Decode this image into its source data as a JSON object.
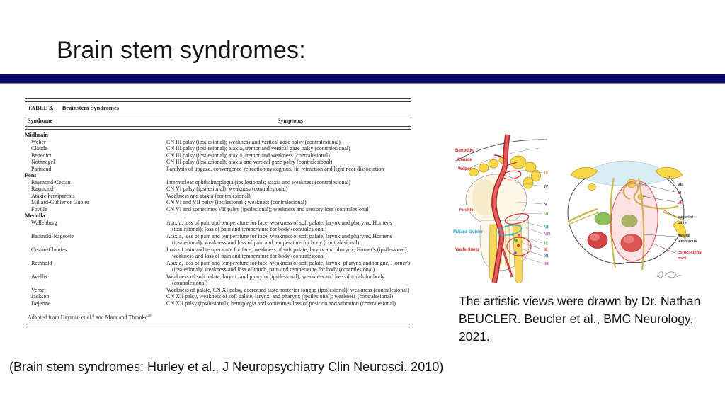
{
  "slide": {
    "title": "Brain stem syndromes:",
    "accent_color": "#0a0a68",
    "bottom_citation": "(Brain stem syndromes: Hurley et al., J Neuropsychiatry Clin Neurosci. 2010)"
  },
  "table": {
    "caption_label": "TABLE 3.",
    "caption_title": "Brainstem Syndromes",
    "columns": [
      "Syndrome",
      "Symptoms"
    ],
    "sections": [
      {
        "name": "Midbrain",
        "rows": [
          {
            "syndrome": "Weber",
            "symptoms": "CN III palsy (ipsilesional); weakness and vertical gaze palsy (contralesional)"
          },
          {
            "syndrome": "Claude",
            "symptoms": "CN III palsy (ipsilesional); ataxia, tremor and vertical gaze palsy (contralesional)"
          },
          {
            "syndrome": "Benedict",
            "symptoms": "CN III palsy (ipsilesional); ataxia, tremor and weakness (contralesional)"
          },
          {
            "syndrome": "Nothnagel",
            "symptoms": "CN III palsy (ipsilesional); ataxia and vertical gaze palsy (contralesional)"
          },
          {
            "syndrome": "Parinaud",
            "symptoms": "Paralysis of upgaze, convergence-retraction nystagmus, lid retraction and light near dissociation"
          }
        ]
      },
      {
        "name": "Pons",
        "rows": [
          {
            "syndrome": "Raymond-Cestan",
            "symptoms": "Internuclear ophthalmoplegia (ipsilesional); ataxia and weakness (contralesional)"
          },
          {
            "syndrome": "Raymond",
            "symptoms": "CN VI palsy (ipsilesional); weakness (contralesional)"
          },
          {
            "syndrome": "Ataxic hemiparesis",
            "symptoms": "Weakness and ataxia (contralesional)"
          },
          {
            "syndrome": "Millard-Gubler or Gubler",
            "symptoms": "CN VI and VII palsy (ipsilesional); weakness (contralesional)"
          },
          {
            "syndrome": "Foville",
            "symptoms": "CN VI and sometimes VII palsy (ipsilesional); weakness and sensory loss (contralesional)"
          }
        ]
      },
      {
        "name": "Medulla",
        "rows": [
          {
            "syndrome": "Wallenberg",
            "symptoms": "Ataxia, loss of pain and temperature for face, weakness of soft palate, larynx and pharynx, Horner's (ipsilesional); loss of pain and temperature for body (contralesional)"
          },
          {
            "syndrome": "Babinski-Nageotte",
            "symptoms": "Ataxia, loss of pain and temperature for face, weakness of soft palate, larynx and pharynx, Horner's (ipsilesional); weakness and loss of pain and temperature for body (contralesional)"
          },
          {
            "syndrome": "Cestan-Chenias",
            "symptoms": "Loss of pain and temperature for face, weakness of soft palate, larynx and pharynx, Horner's (ipsilesional); weakness and loss of pain and temperature for body (contralesional)"
          },
          {
            "syndrome": "Reinhold",
            "symptoms": "Ataxia, loss of pain and temperature for face, weakness of soft palate, larynx, pharynx and tongue, Horner's (ipsilesional); weakness and loss of touch, pain and temperature for body (contralesional)"
          },
          {
            "syndrome": "Avellis",
            "symptoms": "Weakness of soft palate, larynx, and pharynx (ipsilesional); weakness and loss of touch for body (contralesional)"
          },
          {
            "syndrome": "Vernet",
            "symptoms": "Weakness of palate, CN XI palsy, decreased taste posterior tongue (ipsilesional); weakness (contralesional)"
          },
          {
            "syndrome": "Jackson",
            "symptoms": "CN XII palsy, weakness of soft palate, larynx, and pharynx (ipsilesional); weakness (contralesional)"
          },
          {
            "syndrome": "Dejerine",
            "symptoms": "CN XII palsy (ipsilesional); hemiplegia and sometimes loss of position and vibration (contralesional)"
          }
        ]
      }
    ],
    "footnote": {
      "text1": "Adapted from Hayman et al.",
      "sup1": "3",
      "text2": " and Marx and Thomke",
      "sup2": "30"
    }
  },
  "figure": {
    "caption_line1": "The artistic views were drawn by Dr. Nathan",
    "caption_line2": "BEUCLER. Beucler et al., BMC Neurology, 2021.",
    "left_labels": [
      {
        "text": "Benedikt",
        "color": "#e03030"
      },
      {
        "text": "Claude",
        "color": "#e03030"
      },
      {
        "text": "Weber",
        "color": "#e03030"
      },
      {
        "text": "Foville",
        "color": "#e03030"
      },
      {
        "text": "Millard-Gubler",
        "color": "#2aa8d8"
      },
      {
        "text": "Wallenberg",
        "color": "#e03030"
      }
    ],
    "cn_labels": [
      {
        "text": "III",
        "color": "#e8a43a"
      },
      {
        "text": "IV",
        "color": "#333333"
      },
      {
        "text": "V",
        "color": "#333333"
      },
      {
        "text": "VI",
        "color": "#58b84c"
      },
      {
        "text": "VII",
        "color": "#18a2aa"
      },
      {
        "text": "VIII",
        "color": "#d44fc4"
      },
      {
        "text": "IX",
        "color": "#58b84c"
      },
      {
        "text": "X",
        "color": "#e03030"
      },
      {
        "text": "XI",
        "color": "#3a6fd8"
      },
      {
        "text": "XII",
        "color": "#d44fc4"
      }
    ],
    "cross_labels": [
      {
        "text": "VIII",
        "color": "#333333"
      },
      {
        "text": "VI",
        "color": "#e03030"
      },
      {
        "text": "VII",
        "color": "#e03030"
      },
      {
        "text": "superior olive",
        "color": "#333333"
      },
      {
        "text": "medial lemniscus",
        "color": "#333333"
      },
      {
        "text": "corticospinal tract",
        "color": "#e03030"
      }
    ]
  }
}
